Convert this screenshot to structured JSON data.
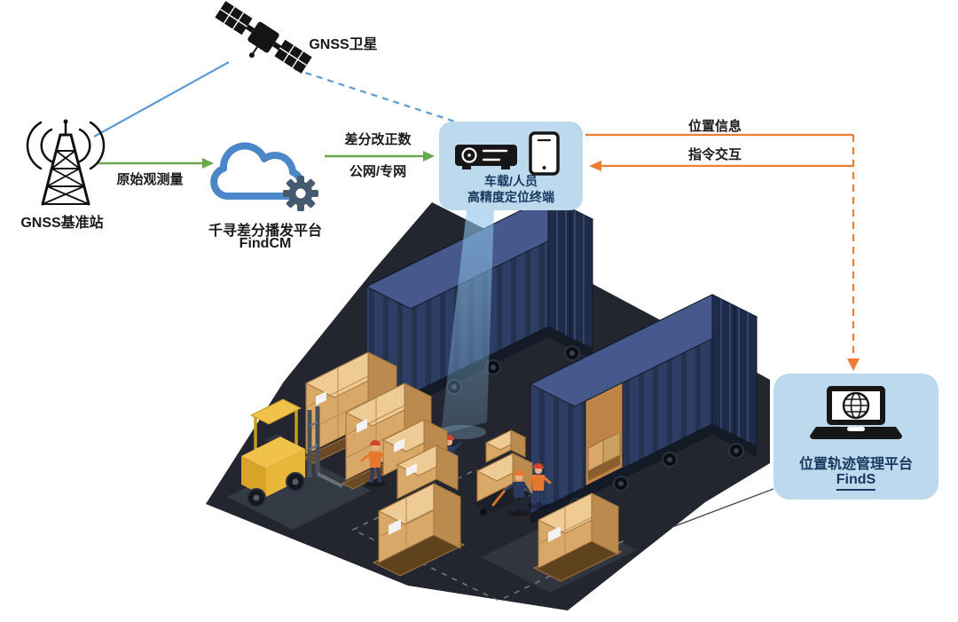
{
  "nodes": {
    "satellite": {
      "label": "GNSS卫星"
    },
    "base_station": {
      "label": "GNSS基准站"
    },
    "cloud_platform": {
      "name": "千寻差分播发平台",
      "product": "FindCM"
    },
    "terminal_panel": {
      "line1": "车载/人员",
      "line2": "高精度定位终端"
    },
    "management_panel": {
      "name": "位置轨迹管理平台",
      "product": "FindS"
    }
  },
  "links": {
    "satellite_to_base": {
      "style": "solid",
      "color": "#5b9bd5"
    },
    "satellite_to_terminal": {
      "style": "dashed",
      "color": "#5b9bd5"
    },
    "base_to_cloud": {
      "label": "原始观测量",
      "style": "solid-arrow",
      "color": "#6aa84f"
    },
    "cloud_to_terminal": {
      "label_line1": "差分改正数",
      "label_line2": "公网/专网",
      "style": "solid-arrow",
      "color": "#6aa84f"
    },
    "terminal_to_platform": {
      "label": "位置信息",
      "style": "solid-then-dashed-arrow",
      "color": "#ed7d31"
    },
    "platform_to_terminal": {
      "label": "指令交互",
      "style": "solid-arrow",
      "color": "#ed7d31"
    }
  },
  "colors": {
    "background": "#ffffff",
    "panel_bg": "#bcd9ee",
    "panel_text": "#17375e",
    "label_text": "#1a1a1a",
    "cloud_blue": "#4a86c8",
    "scene_floor": "#23262e",
    "container_navy": "#2e3d63",
    "box_tan": "#d8a868",
    "forklift_yellow": "#e8b83a"
  },
  "icons": [
    "satellite-icon",
    "radio-tower-icon",
    "cloud-gear-icon",
    "vehicle-terminal-icon",
    "smartphone-icon",
    "laptop-globe-icon"
  ]
}
